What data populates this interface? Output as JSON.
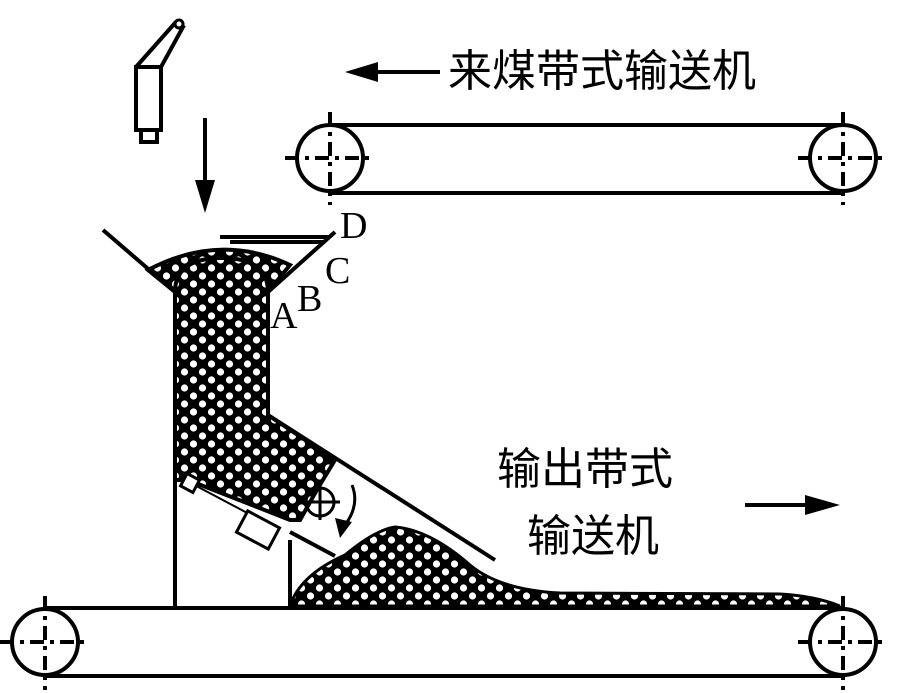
{
  "diagram": {
    "type": "coal transfer chute with belt conveyors",
    "incoming_conveyor_label": "来煤带式输送机",
    "output_conveyor_label_line1": "输出带式",
    "output_conveyor_label_line2": "输送机",
    "point_labels": [
      "A",
      "B",
      "C",
      "D"
    ],
    "colors": {
      "line": "#000000",
      "background": "#ffffff"
    }
  }
}
